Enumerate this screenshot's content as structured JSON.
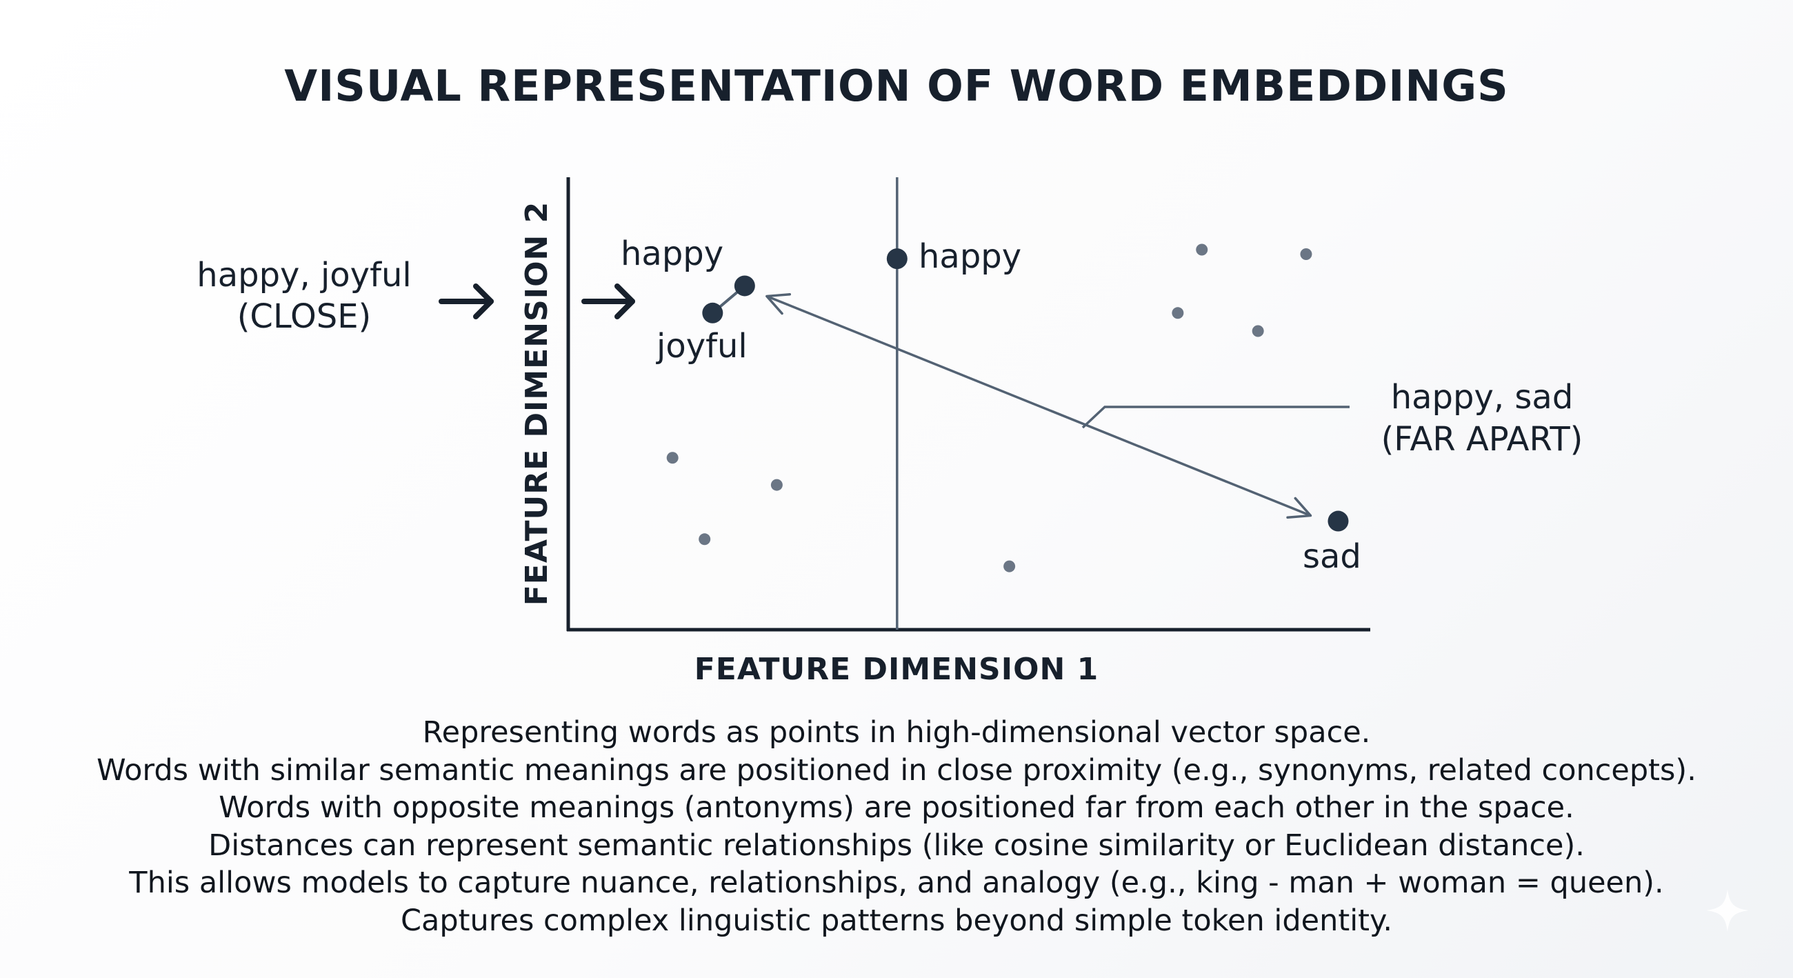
{
  "title": "VISUAL REPRESENTATION OF WORD EMBEDDINGS",
  "chart_data": {
    "type": "scatter",
    "xlabel": "FEATURE DIMENSION 1",
    "ylabel": "FEATURE DIMENSION 2",
    "labeled_points": [
      {
        "label": "happy",
        "x": 0.22,
        "y": 0.76
      },
      {
        "label": "joyful",
        "x": 0.18,
        "y": 0.7
      },
      {
        "label": "happy",
        "x": 0.41,
        "y": 0.82
      },
      {
        "label": "sad",
        "x": 0.96,
        "y": 0.24
      }
    ],
    "unlabeled_points": [
      {
        "x": 0.79,
        "y": 0.84
      },
      {
        "x": 0.92,
        "y": 0.83
      },
      {
        "x": 0.76,
        "y": 0.7
      },
      {
        "x": 0.86,
        "y": 0.66
      },
      {
        "x": 0.13,
        "y": 0.38
      },
      {
        "x": 0.26,
        "y": 0.32
      },
      {
        "x": 0.17,
        "y": 0.2
      },
      {
        "x": 0.55,
        "y": 0.14
      }
    ],
    "vertical_line_x": 0.41,
    "annotations": {
      "close": {
        "line1": "happy, joyful",
        "line2": "(CLOSE)"
      },
      "far": {
        "line1": "happy, sad",
        "line2": "(FAR APART)"
      }
    }
  },
  "description": [
    "Representing words as points in high-dimensional vector space.",
    "Words with similar semantic meanings are positioned in close proximity (e.g., synonyms, related concepts).",
    "Words with opposite meanings (antonyms) are positioned far from each other in the space.",
    "Distances can represent semantic relationships (like cosine similarity or Euclidean distance).",
    "This allows models to capture nuance, relationships, and analogy (e.g., king - man + woman = queen).",
    "Captures complex linguistic patterns beyond simple token identity."
  ],
  "colors": {
    "axis": "#17202c",
    "point_dark": "#263546",
    "point_light": "#6b7685",
    "line": "#536273"
  },
  "icons": {
    "close_arrow_outer": "arrow-right-icon",
    "close_arrow_inner": "arrow-right-icon",
    "corner": "sparkle-icon"
  }
}
